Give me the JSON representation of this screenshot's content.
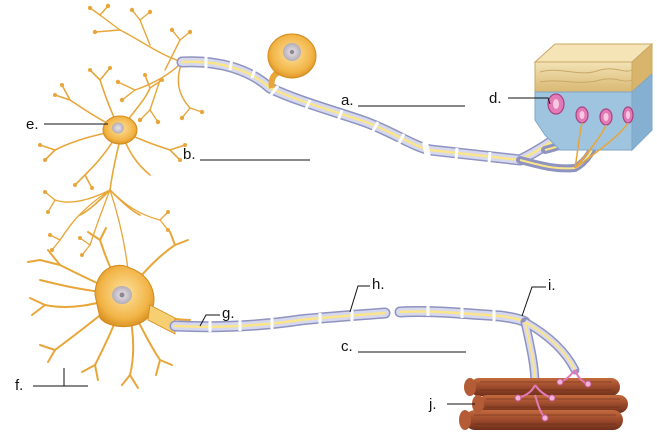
{
  "labels": {
    "a": "a.",
    "b": "b.",
    "c": "c.",
    "d": "d.",
    "e": "e.",
    "f": "f.",
    "g": "g.",
    "h": "h.",
    "i": "i.",
    "j": "j."
  },
  "colors": {
    "neuron": "#f2b446",
    "neuron_dark": "#d48a1c",
    "myelin": "#c9cbe4",
    "myelin_edge": "#8f93bf",
    "axon_core": "#fbe58a",
    "skin_top": "#efd9a4",
    "skin_side": "#9fc4e0",
    "receptor": "#e37ab8",
    "muscle": "#9c4a2c",
    "muscle_light": "#c46a3e"
  }
}
